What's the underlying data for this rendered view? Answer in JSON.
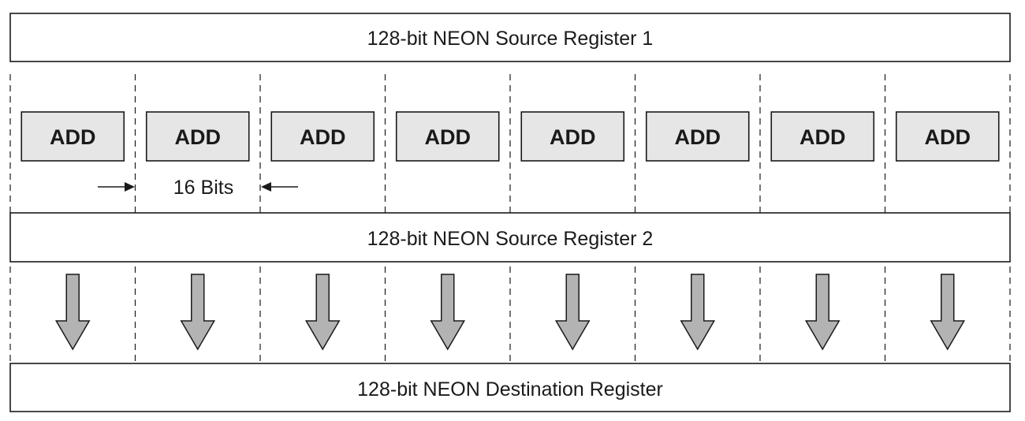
{
  "registers": {
    "source1": "128-bit NEON Source Register 1",
    "source2": "128-bit NEON Source Register 2",
    "destination": "128-bit NEON Destination Register"
  },
  "lanes": [
    {
      "operation": "ADD"
    },
    {
      "operation": "ADD"
    },
    {
      "operation": "ADD"
    },
    {
      "operation": "ADD"
    },
    {
      "operation": "ADD"
    },
    {
      "operation": "ADD"
    },
    {
      "operation": "ADD"
    },
    {
      "operation": "ADD"
    }
  ],
  "lane_width_label": "16 Bits",
  "colors": {
    "operation_fill": "#e6e6e6",
    "arrow_fill": "#b3b3b3",
    "stroke": "#1a1a1a"
  }
}
